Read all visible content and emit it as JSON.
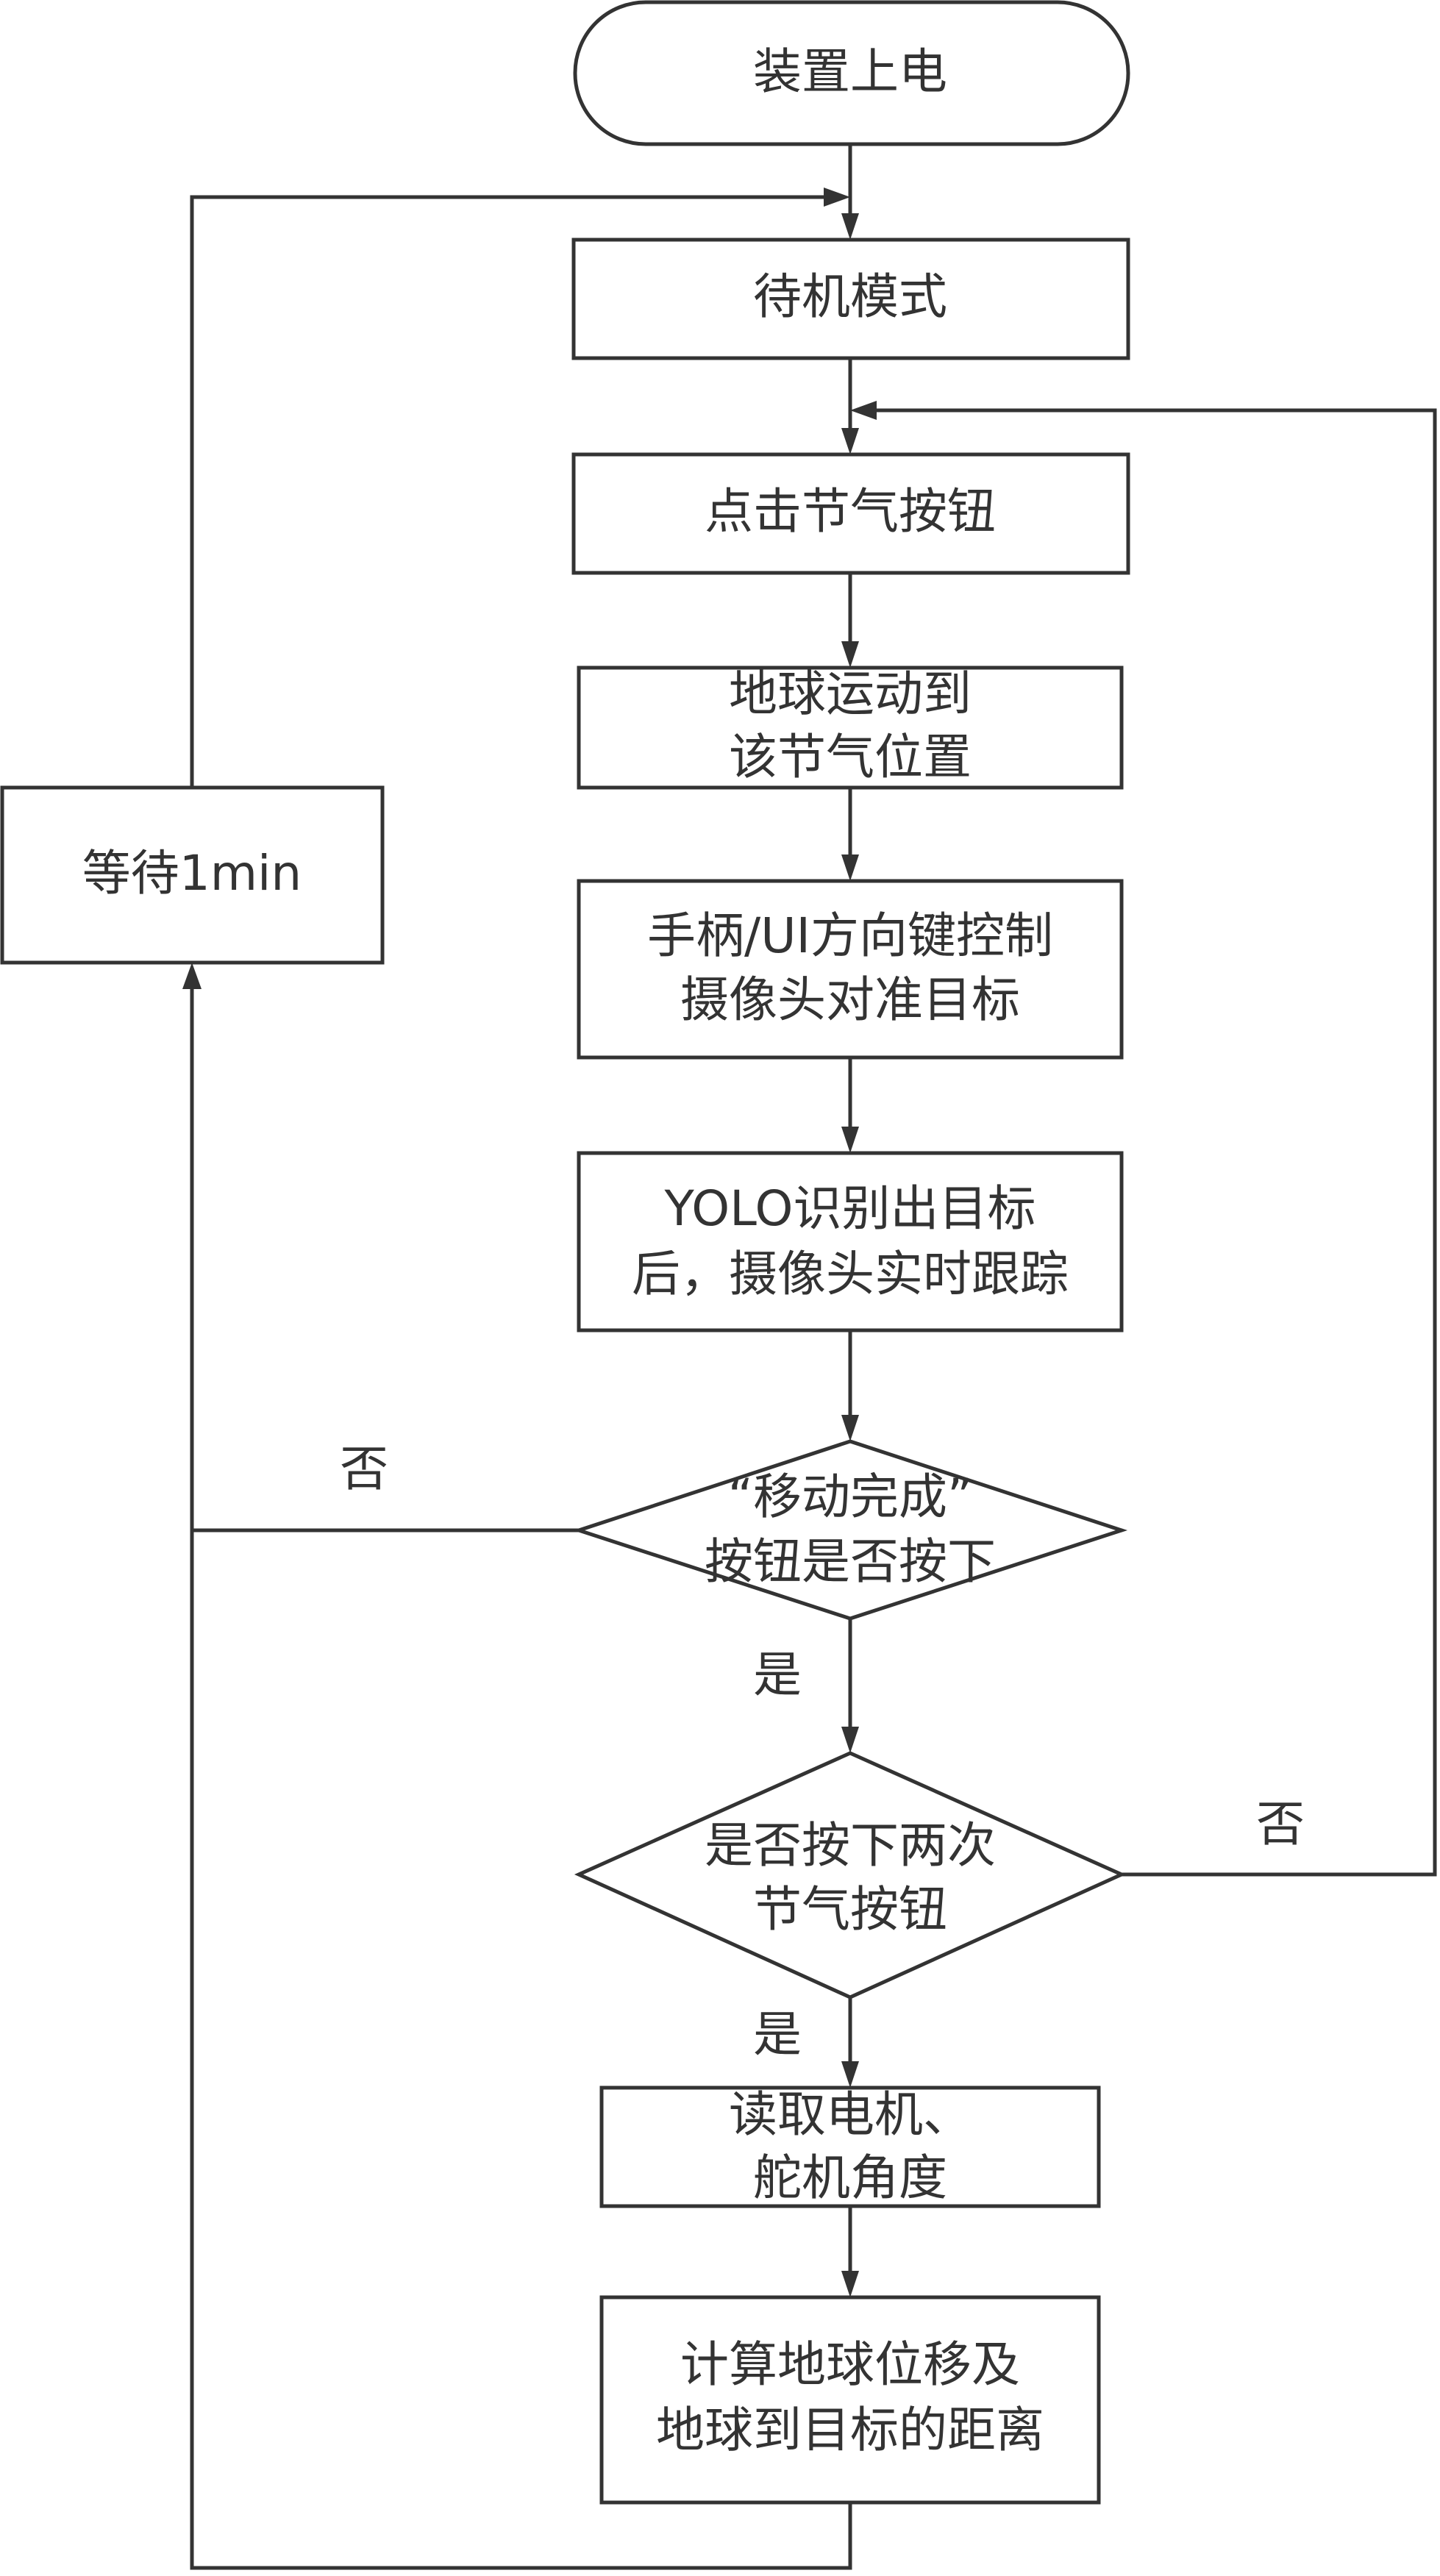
{
  "diagram": {
    "type": "flowchart",
    "nodes": {
      "power_on": {
        "shape": "terminal",
        "lines": [
          "装置上电"
        ]
      },
      "standby": {
        "shape": "process",
        "lines": [
          "待机模式"
        ]
      },
      "click_solar_term": {
        "shape": "process",
        "lines": [
          "点击节气按钮"
        ]
      },
      "earth_move": {
        "shape": "process",
        "lines": [
          "地球运动到",
          "该节气位置"
        ]
      },
      "wait": {
        "shape": "process",
        "lines": [
          "等待1min"
        ]
      },
      "aim_camera": {
        "shape": "process",
        "lines": [
          "手柄/UI方向键控制",
          "摄像头对准目标"
        ]
      },
      "yolo_track": {
        "shape": "process",
        "lines": [
          "YOLO识别出目标",
          "后，摄像头实时跟踪"
        ]
      },
      "move_done": {
        "shape": "decision",
        "lines": [
          "“移动完成”",
          "按钮是否按下"
        ]
      },
      "pressed_twice": {
        "shape": "decision",
        "lines": [
          "是否按下两次",
          "节气按钮"
        ]
      },
      "read_angles": {
        "shape": "process",
        "lines": [
          "读取电机、",
          "舵机角度"
        ]
      },
      "compute": {
        "shape": "process",
        "lines": [
          "计算地球位移及",
          "地球到目标的距离"
        ]
      }
    },
    "edge_labels": {
      "move_done_no": "否",
      "move_done_yes": "是",
      "pressed_twice_no": "否",
      "pressed_twice_yes": "是"
    },
    "edges": [
      {
        "from": "power_on",
        "to": "standby"
      },
      {
        "from": "standby",
        "to": "click_solar_term"
      },
      {
        "from": "click_solar_term",
        "to": "earth_move"
      },
      {
        "from": "earth_move",
        "to": "aim_camera"
      },
      {
        "from": "aim_camera",
        "to": "yolo_track"
      },
      {
        "from": "yolo_track",
        "to": "move_done"
      },
      {
        "from": "move_done",
        "to": "pressed_twice",
        "label": "是"
      },
      {
        "from": "move_done",
        "to": "wait",
        "label": "否"
      },
      {
        "from": "pressed_twice",
        "to": "read_angles",
        "label": "是"
      },
      {
        "from": "pressed_twice",
        "to": "click_solar_term",
        "label": "否"
      },
      {
        "from": "read_angles",
        "to": "compute"
      },
      {
        "from": "compute",
        "to": "wait"
      },
      {
        "from": "wait",
        "to": "standby"
      }
    ]
  }
}
